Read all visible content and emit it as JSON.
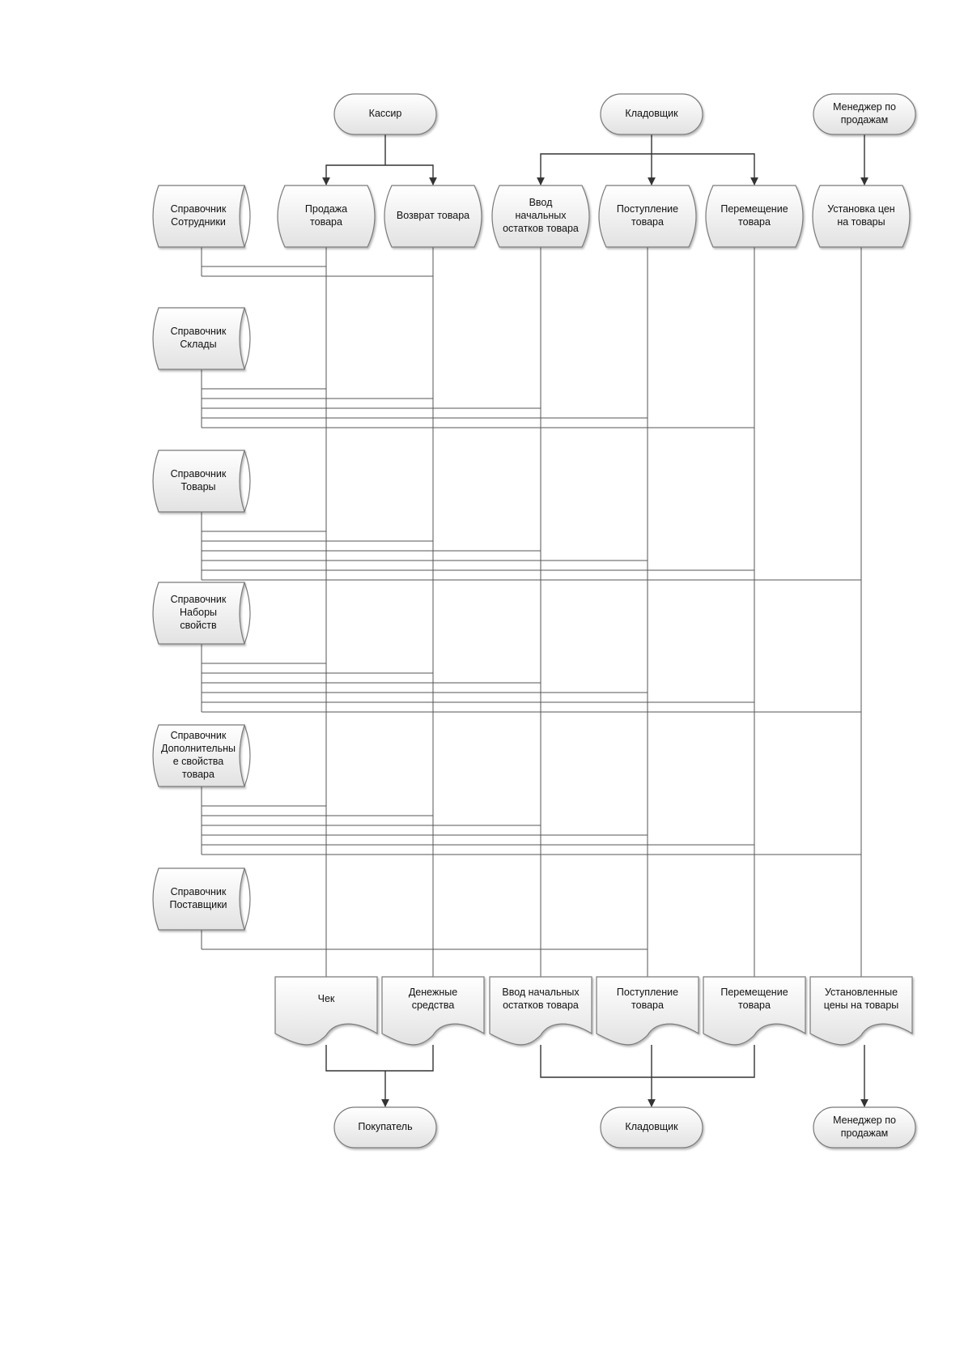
{
  "actors_top": [
    {
      "id": "cashier",
      "label": "Кассир"
    },
    {
      "id": "storekeeper",
      "label": "Кладовщик"
    },
    {
      "id": "sales_manager",
      "label": "Менеджер по\nпродажам"
    }
  ],
  "processes": [
    {
      "id": "sale",
      "label": "Продажа\nтовара"
    },
    {
      "id": "return",
      "label": "Возврат товара"
    },
    {
      "id": "initial",
      "label": "Ввод\nначальных\nостатков товара"
    },
    {
      "id": "receipt",
      "label": "Поступление\nтовара"
    },
    {
      "id": "transfer",
      "label": "Перемещение\nтовара"
    },
    {
      "id": "prices",
      "label": "Установка цен\nна товары"
    }
  ],
  "references": [
    {
      "id": "employees",
      "label": "Справочник\nСотрудники"
    },
    {
      "id": "warehouses",
      "label": "Справочник\nСклады"
    },
    {
      "id": "goods",
      "label": "Справочник\nТовары"
    },
    {
      "id": "property_sets",
      "label": "Справочник\nНаборы\nсвойств"
    },
    {
      "id": "extra_props",
      "label": "Справочник\nДополнительны\nе свойства\nтовара"
    },
    {
      "id": "suppliers",
      "label": "Справочник\nПоставщики"
    }
  ],
  "documents": [
    {
      "id": "check",
      "label": "Чек"
    },
    {
      "id": "cash",
      "label": "Денежные\nсредства"
    },
    {
      "id": "doc_initial",
      "label": "Ввод начальных\nостатков товара"
    },
    {
      "id": "doc_receipt",
      "label": "Поступление\nтовара"
    },
    {
      "id": "doc_transfer",
      "label": "Перемещение\nтовара"
    },
    {
      "id": "doc_prices",
      "label": "Установленные\nцены на товары"
    }
  ],
  "actors_bottom": [
    {
      "id": "buyer",
      "label": "Покупатель"
    },
    {
      "id": "storekeeper_out",
      "label": "Кладовщик"
    },
    {
      "id": "manager_out",
      "label": "Менеджер по\nпродажам"
    }
  ]
}
